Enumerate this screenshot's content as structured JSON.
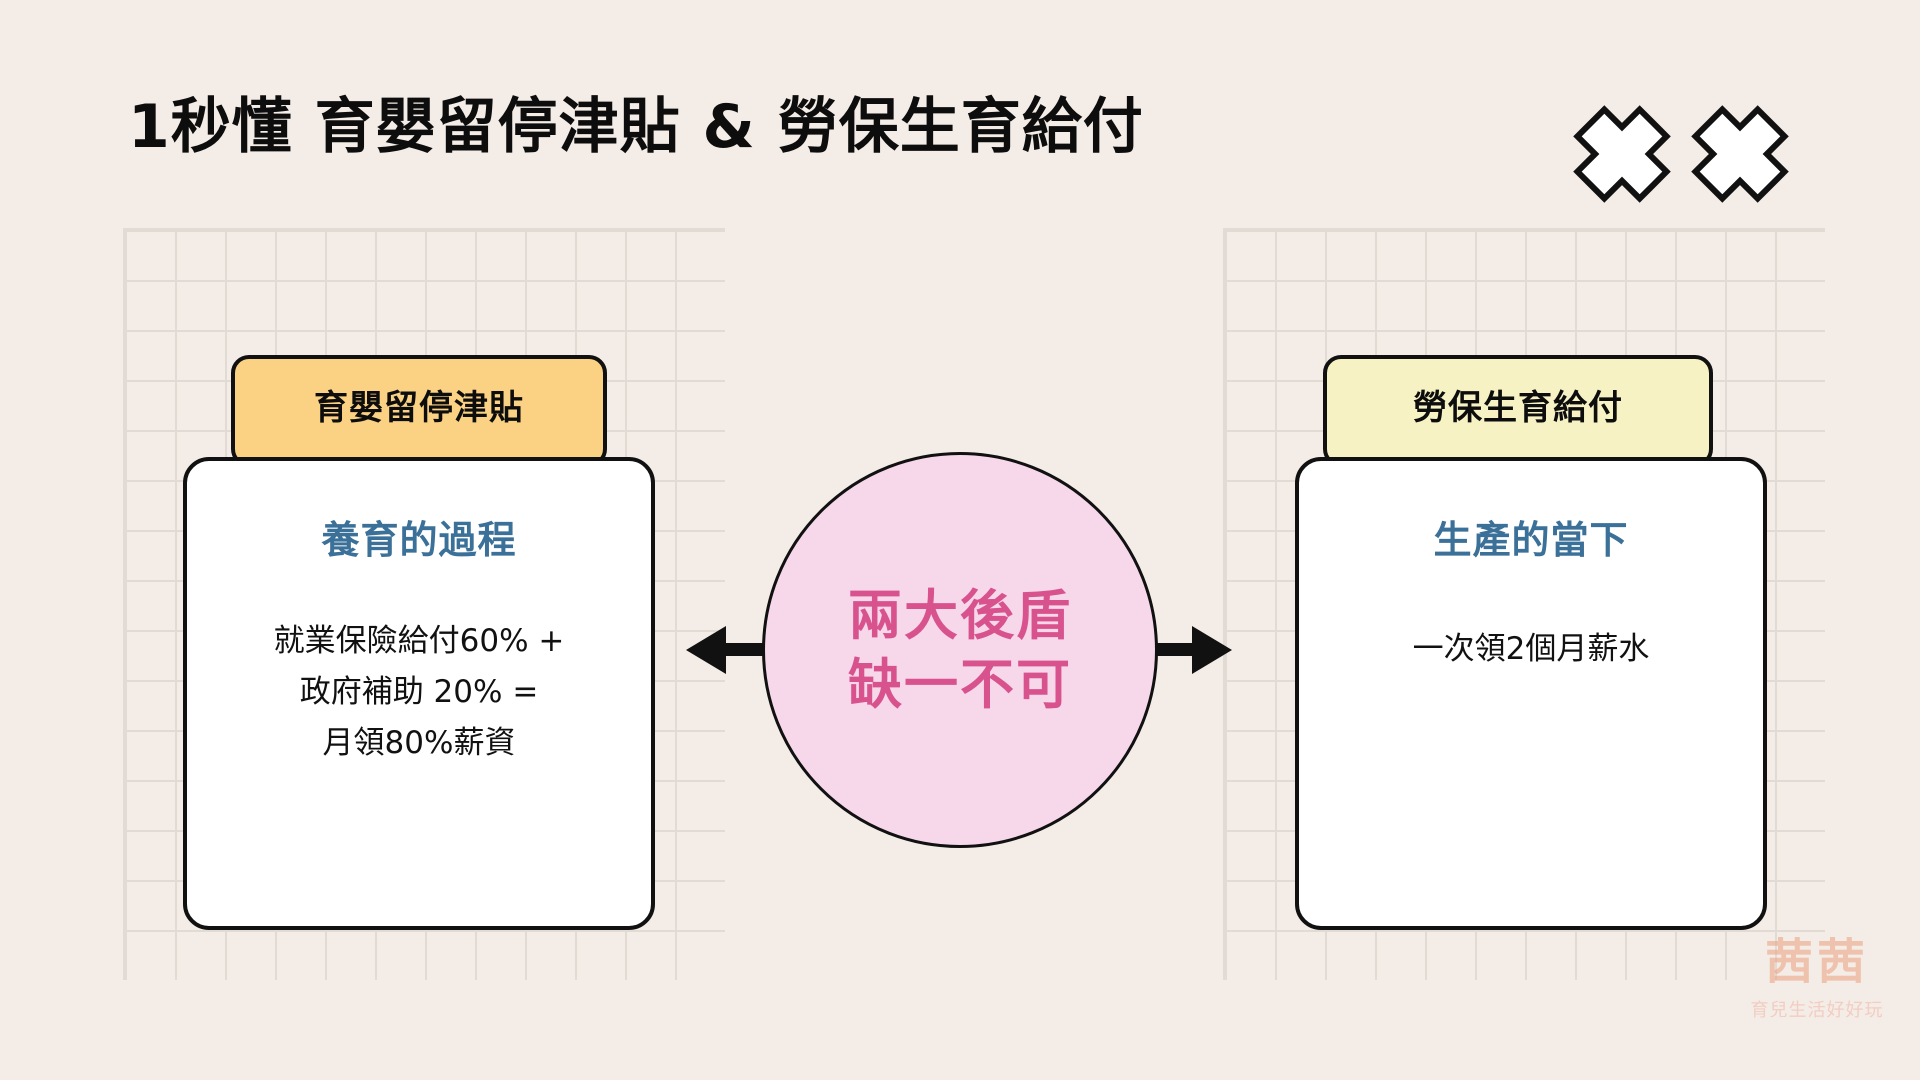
{
  "background_color": "#f4ece6",
  "header": {
    "title": "1秒懂 育嬰留停津貼 & 勞保生育給付",
    "decorations": [
      {
        "icon": "x-mark-icon"
      },
      {
        "icon": "x-mark-icon"
      }
    ]
  },
  "cards": {
    "left": {
      "tab_label": "育嬰留停津貼",
      "tab_color": "#fbd183",
      "heading": "養育的過程",
      "heading_color": "#3b7099",
      "lines": [
        "就業保險給付60% +",
        "政府補助 20%  =",
        "月領80%薪資"
      ]
    },
    "right": {
      "tab_label": "勞保生育給付",
      "tab_color": "#f7f2c4",
      "heading": "生產的當下",
      "heading_color": "#3b7099",
      "lines": [
        "一次領2個月薪水"
      ]
    }
  },
  "center": {
    "line1": "兩大後盾",
    "line2": "缺一不可",
    "fill_color": "#f7d7ea",
    "text_color": "#d8538e"
  },
  "arrows": {
    "left": {
      "icon": "arrow-left-icon",
      "direction": "left"
    },
    "right": {
      "icon": "arrow-right-icon",
      "direction": "right"
    }
  },
  "watermark": {
    "mark": "茜茜",
    "tagline": "育兒生活好好玩",
    "color": "#eaa07f"
  }
}
